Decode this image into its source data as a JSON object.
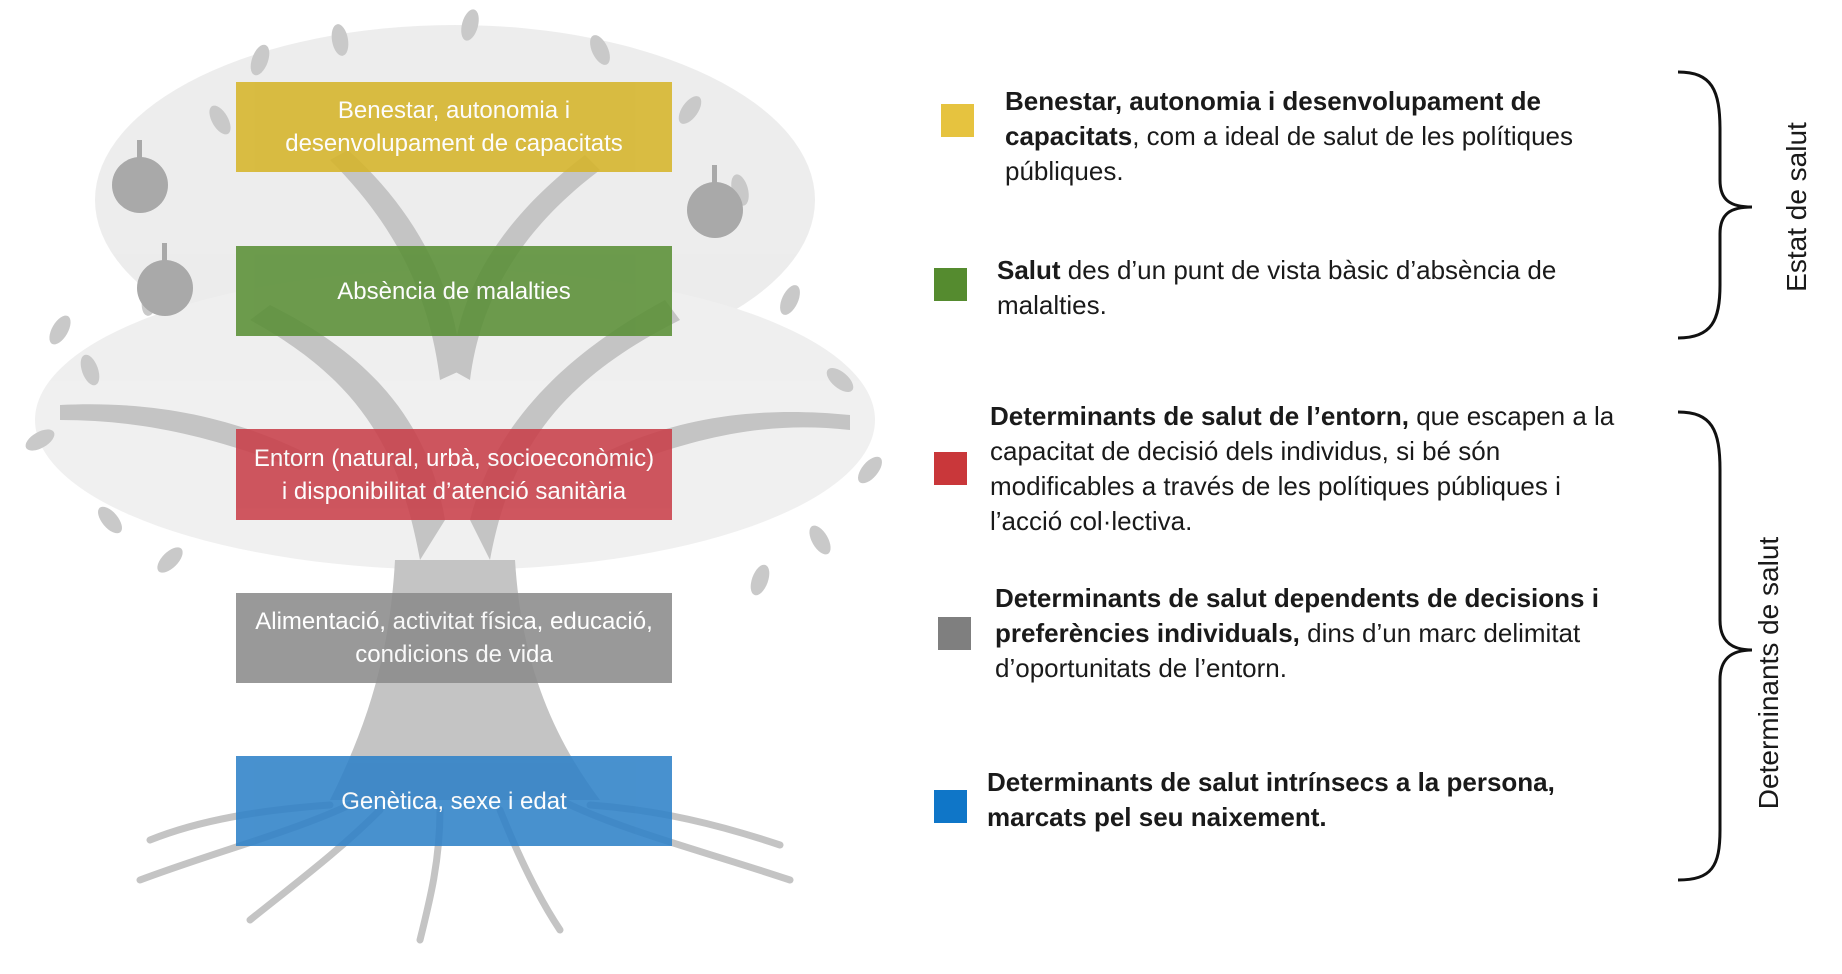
{
  "boxes": [
    {
      "text": "Benestar, autonomia i desenvolupament de capacitats",
      "color": "#d6b52a"
    },
    {
      "text": "Absència de malalties",
      "color": "#5a8f36"
    },
    {
      "text": "Entorn (natural, urbà, socioeconòmic) i disponibilitat d’atenció sanitària",
      "color": "#c9404a"
    },
    {
      "text": "Alimentació, activitat física, educació,  condicions de vida",
      "color": "#8c8c8c"
    },
    {
      "text": "Genètica, sexe i edat",
      "color": "#2f82c8"
    }
  ],
  "legend": [
    {
      "color": "#e6c33f",
      "bold": "Benestar, autonomia i desenvolupament de capacitats",
      "rest": ", com a ideal de salut de les polítiques públiques."
    },
    {
      "color": "#558b2f",
      "bold": "Salut",
      "rest": " des d’un punt de vista bàsic d’absència de malalties."
    },
    {
      "color": "#c9373a",
      "bold": "Determinants de salut de l’entorn,",
      "rest": " que escapen a la capacitat de decisió dels individus, si bé són modificables a través de les polítiques públiques i l’acció col·lectiva."
    },
    {
      "color": "#7f7f7f",
      "bold": "Determinants de salut dependents de decisions i preferències individuals,",
      "rest": " dins d’un marc delimitat d’oportunitats de l’entorn."
    },
    {
      "color": "#0f76c8",
      "bold": "Determinants de salut intrínsecs a la persona, marcats pel seu naixement.",
      "rest": ""
    }
  ],
  "groups": [
    {
      "label": "Estat de salut"
    },
    {
      "label": "Determinants de salut"
    }
  ]
}
